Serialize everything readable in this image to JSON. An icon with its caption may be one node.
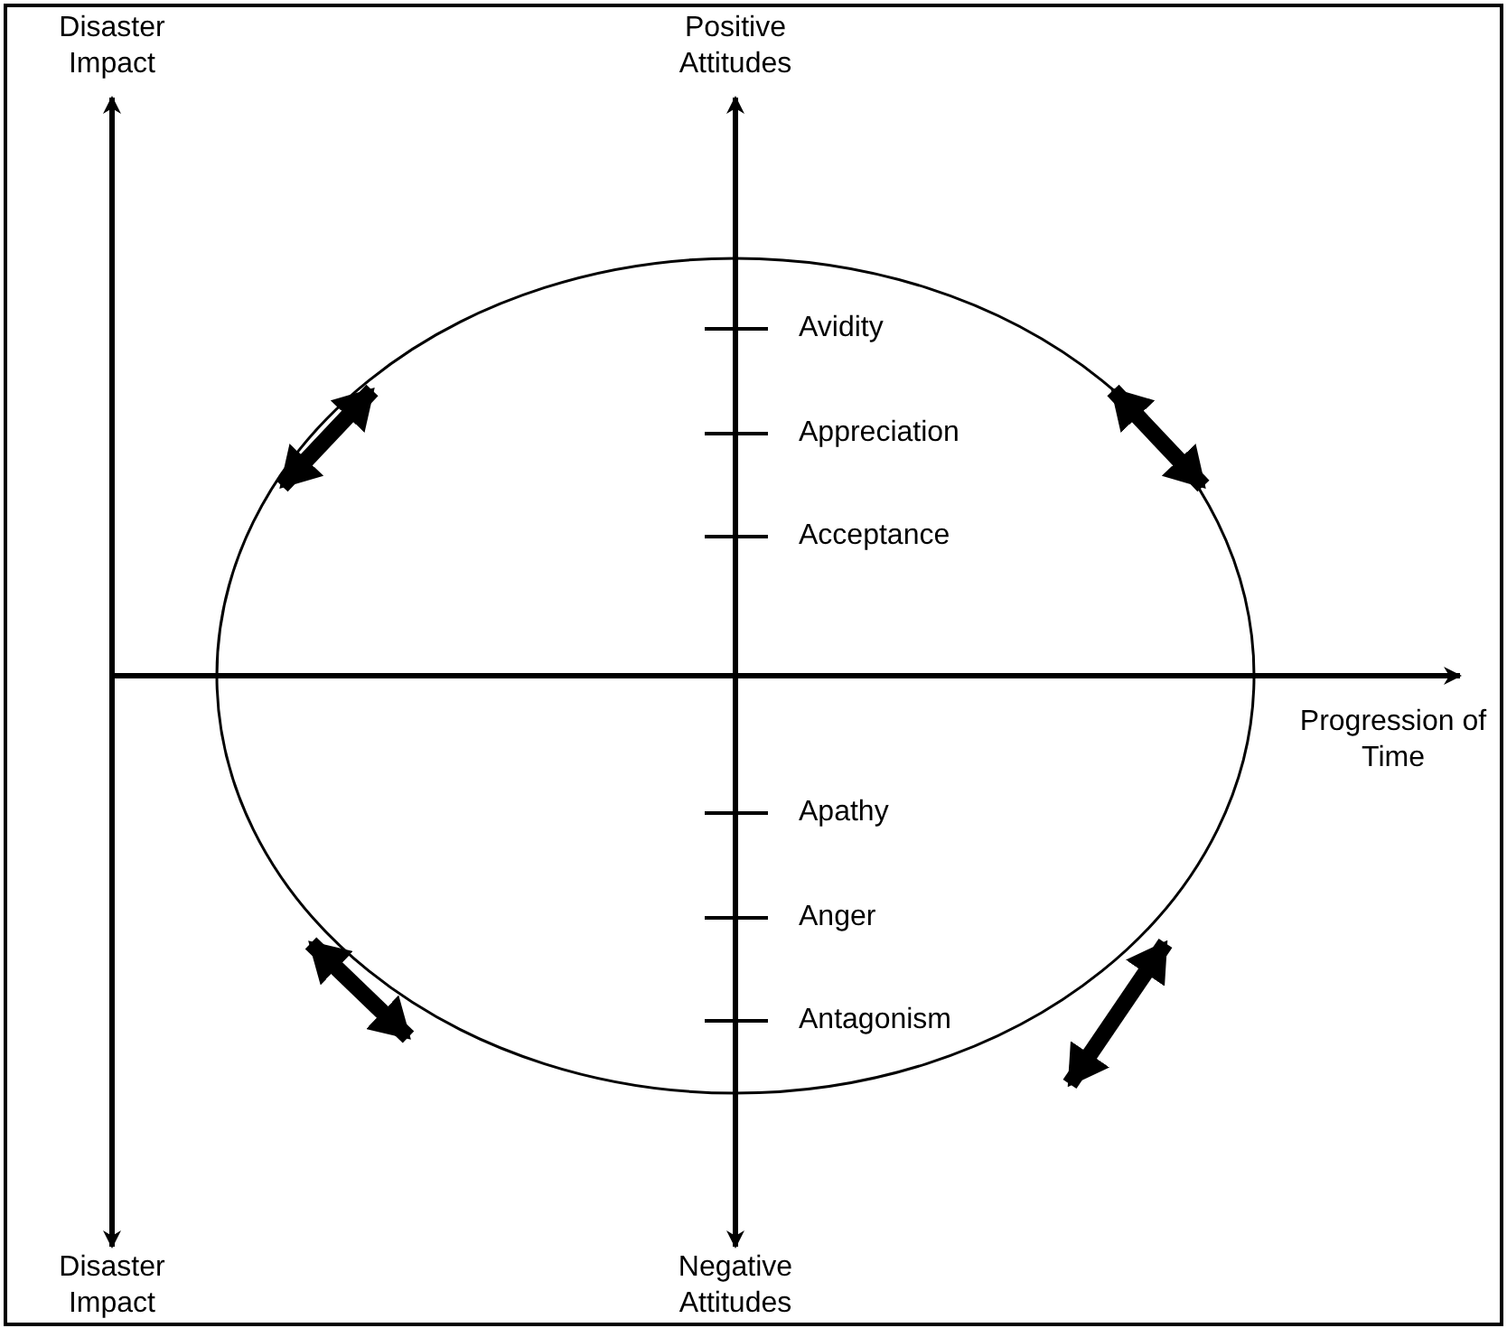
{
  "diagram": {
    "labels": [
      "Disaster Impact",
      "Positive Attitudes",
      "Avidity",
      "Appreciation",
      "Acceptance",
      "Progression of Time",
      "Apathy",
      "Anger",
      "Antagonism",
      "Negative Attitudes",
      "Disaster Impact"
    ]
  }
}
